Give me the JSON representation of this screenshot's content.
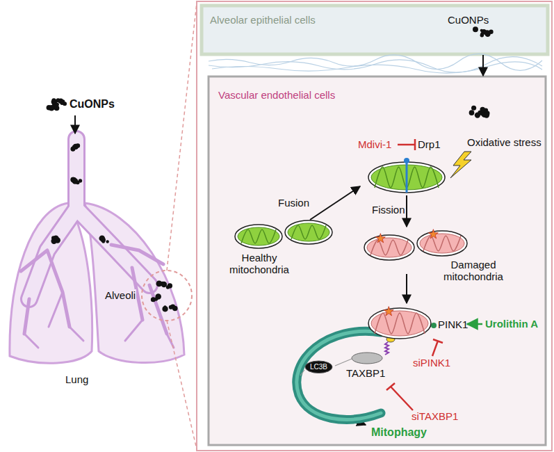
{
  "diagram": {
    "nodes": [
      {
        "text": [
          "Alveolar epithelial cells",
          "CuONPs"
        ]
      },
      {
        "text": [
          "Vascular endothelial cells"
        ]
      },
      {
        "text": [
          "LC3B"
        ],
        "in": 1
      }
    ],
    "edges": [
      {
        "from": 0,
        "to": 1,
        "arrow": "to"
      }
    ],
    "labels": [
      "CuONPs",
      "Alveoli",
      "Lung",
      "Mdivi-1",
      "Drp1",
      "Oxidative stress",
      "Fusion",
      "Fission",
      "Healthy mitochondria",
      "Damaged mitochondria",
      "PINK1",
      "Urolithin A",
      "siPINK1",
      "TAXBP1",
      "siTAXBP1",
      "Mitophagy"
    ]
  }
}
